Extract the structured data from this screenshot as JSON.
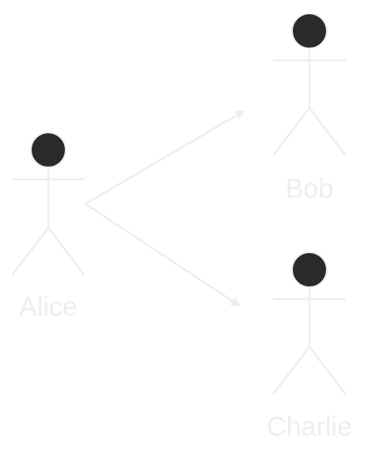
{
  "diagram": {
    "type": "use-case / actor diagram",
    "colors": {
      "background": "#ffffff",
      "head": "#2a2a2a",
      "line": "#eeeeee",
      "label": "#eeeeee"
    },
    "actors": [
      {
        "id": "alice",
        "label": "Alice"
      },
      {
        "id": "bob",
        "label": "Bob"
      },
      {
        "id": "charlie",
        "label": "Charlie"
      }
    ],
    "connections": [
      {
        "from": "alice",
        "to": "bob"
      },
      {
        "from": "alice",
        "to": "charlie"
      }
    ]
  }
}
